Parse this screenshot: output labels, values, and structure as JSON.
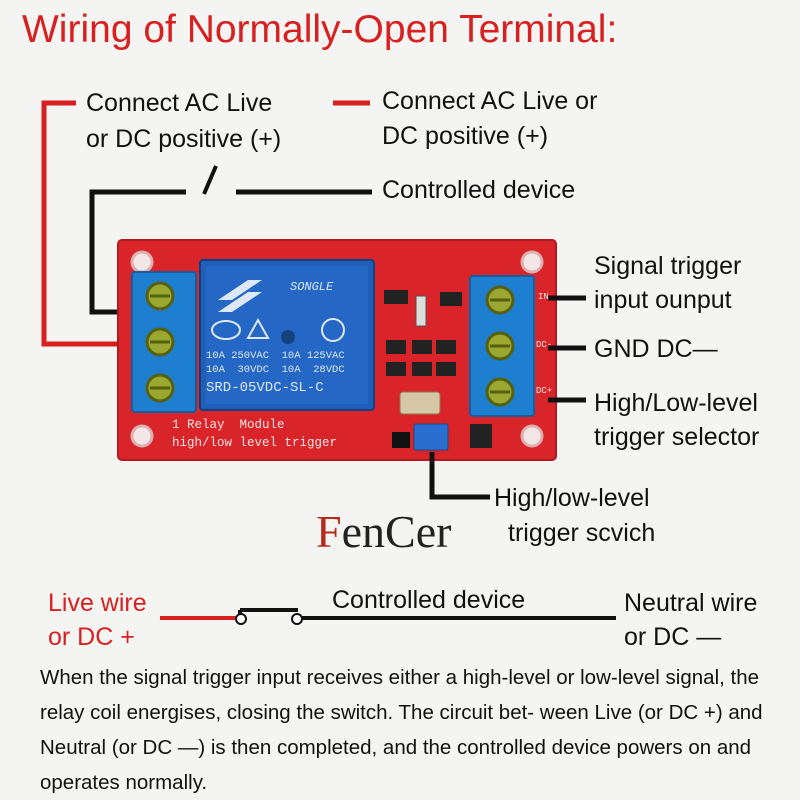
{
  "title": "Wiring of Normally-Open Terminal:",
  "labels": {
    "connect_left_1": "Connect AC Live",
    "connect_left_2": "or DC positive (+)",
    "connect_right_1": "Connect AC Live or",
    "connect_right_2": "DC positive (+)",
    "controlled_device_top": "Controlled device",
    "signal_1": "Signal trigger",
    "signal_2": "input ounput",
    "gnd": "GND DC—",
    "selector_1": "High/Low-level",
    "selector_2": "trigger selector",
    "switch_1": "High/low-level",
    "switch_2": "trigger scvich"
  },
  "brand": {
    "first": "F",
    "rest": "enCer"
  },
  "board": {
    "relay_brand": "SONGLE",
    "relay_line1": "10A 250VAC  10A 125VAC",
    "relay_line2": "10A  30VDC  10A  28VDC",
    "relay_model": "SRD-05VDC-SL-C",
    "module_line1": "1 Relay  Module",
    "module_line2": "high/low level trigger",
    "pin_in": "IN",
    "pin_gnd": "DC-",
    "pin_vcc": "DC+"
  },
  "circuit": {
    "live_1": "Live wire",
    "live_2": "or DC +",
    "device": "Controlled device",
    "neutral_1": "Neutral wire",
    "neutral_2": "or DC —"
  },
  "description": "When the signal trigger input receives either a high-level or low-level signal, the relay coil energises, closing the switch. The circuit bet- ween Live (or DC +) and Neutral (or DC —) is then completed, and the controlled device powers on and operates normally.",
  "colors": {
    "title": "#d82020",
    "live_wire": "#d82020",
    "pcb": "#d9252a",
    "relay": "#1f5fb8",
    "terminal": "#1e7fd0"
  }
}
